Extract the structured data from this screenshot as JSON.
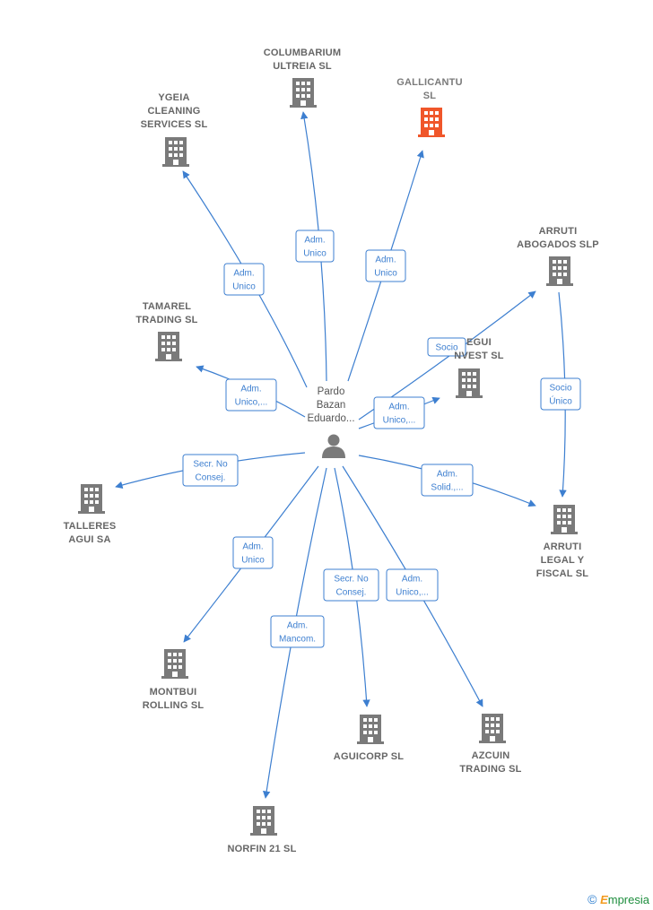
{
  "center": {
    "lines": [
      "Pardo",
      "Bazan",
      "Eduardo..."
    ],
    "icon": "person-icon"
  },
  "colors": {
    "edge": "#3d7fd0",
    "building": "#7a7a7a",
    "highlight": "#f0562a"
  },
  "nodes": [
    {
      "id": "columbarium",
      "lines": [
        "COLUMBARIUM",
        "ULTREIA  SL"
      ],
      "highlight": false
    },
    {
      "id": "gallicantu",
      "lines": [
        "GALLICANTU",
        "SL"
      ],
      "highlight": true
    },
    {
      "id": "ygeia",
      "lines": [
        "YGEIA",
        "CLEANING",
        "SERVICES  SL"
      ],
      "highlight": false
    },
    {
      "id": "arruti-abogados",
      "lines": [
        "ARRUTI",
        "ABOGADOS  SLP"
      ],
      "highlight": false
    },
    {
      "id": "tamarel",
      "lines": [
        "TAMAREL",
        "TRADING  SL"
      ],
      "highlight": false
    },
    {
      "id": "egui-invest",
      "lines": [
        "EGUI",
        "NVEST  SL"
      ],
      "highlight": false
    },
    {
      "id": "talleres",
      "lines": [
        "TALLERES",
        "AGUI SA"
      ],
      "highlight": false
    },
    {
      "id": "arruti-legal",
      "lines": [
        "ARRUTI",
        "LEGAL Y",
        "FISCAL  SL"
      ],
      "highlight": false
    },
    {
      "id": "montbui",
      "lines": [
        "MONTBUI",
        "ROLLING  SL"
      ],
      "highlight": false
    },
    {
      "id": "aguicorp",
      "lines": [
        "AGUICORP  SL"
      ],
      "highlight": false
    },
    {
      "id": "azcuin",
      "lines": [
        "AZCUIN",
        "TRADING  SL"
      ],
      "highlight": false
    },
    {
      "id": "norfin",
      "lines": [
        "NORFIN 21 SL"
      ],
      "highlight": false
    }
  ],
  "edges": [
    {
      "id": "columbarium",
      "lines": [
        "Adm.",
        "Unico"
      ]
    },
    {
      "id": "gallicantu",
      "lines": [
        "Adm.",
        "Unico"
      ]
    },
    {
      "id": "ygeia",
      "lines": [
        "Adm.",
        "Unico"
      ]
    },
    {
      "id": "tamarel",
      "lines": [
        "Adm.",
        "Unico,..."
      ]
    },
    {
      "id": "arruti-abogados",
      "lines": [
        "Socio"
      ]
    },
    {
      "id": "egui-invest",
      "lines": [
        "Adm.",
        "Unico,..."
      ]
    },
    {
      "id": "talleres",
      "lines": [
        "Secr.  No",
        "Consej."
      ]
    },
    {
      "id": "arruti-legal",
      "lines": [
        "Adm.",
        "Solid.,..."
      ]
    },
    {
      "id": "arruti-abogados-to-legal",
      "lines": [
        "Socio",
        "Único"
      ]
    },
    {
      "id": "montbui",
      "lines": [
        "Adm.",
        "Unico"
      ]
    },
    {
      "id": "aguicorp",
      "lines": [
        "Secr.  No",
        "Consej."
      ]
    },
    {
      "id": "azcuin",
      "lines": [
        "Adm.",
        "Unico,..."
      ]
    },
    {
      "id": "norfin",
      "lines": [
        "Adm.",
        "Mancom."
      ]
    }
  ],
  "footer": {
    "copyright": "©",
    "brand_initial": "E",
    "brand_rest": "mpresia"
  }
}
